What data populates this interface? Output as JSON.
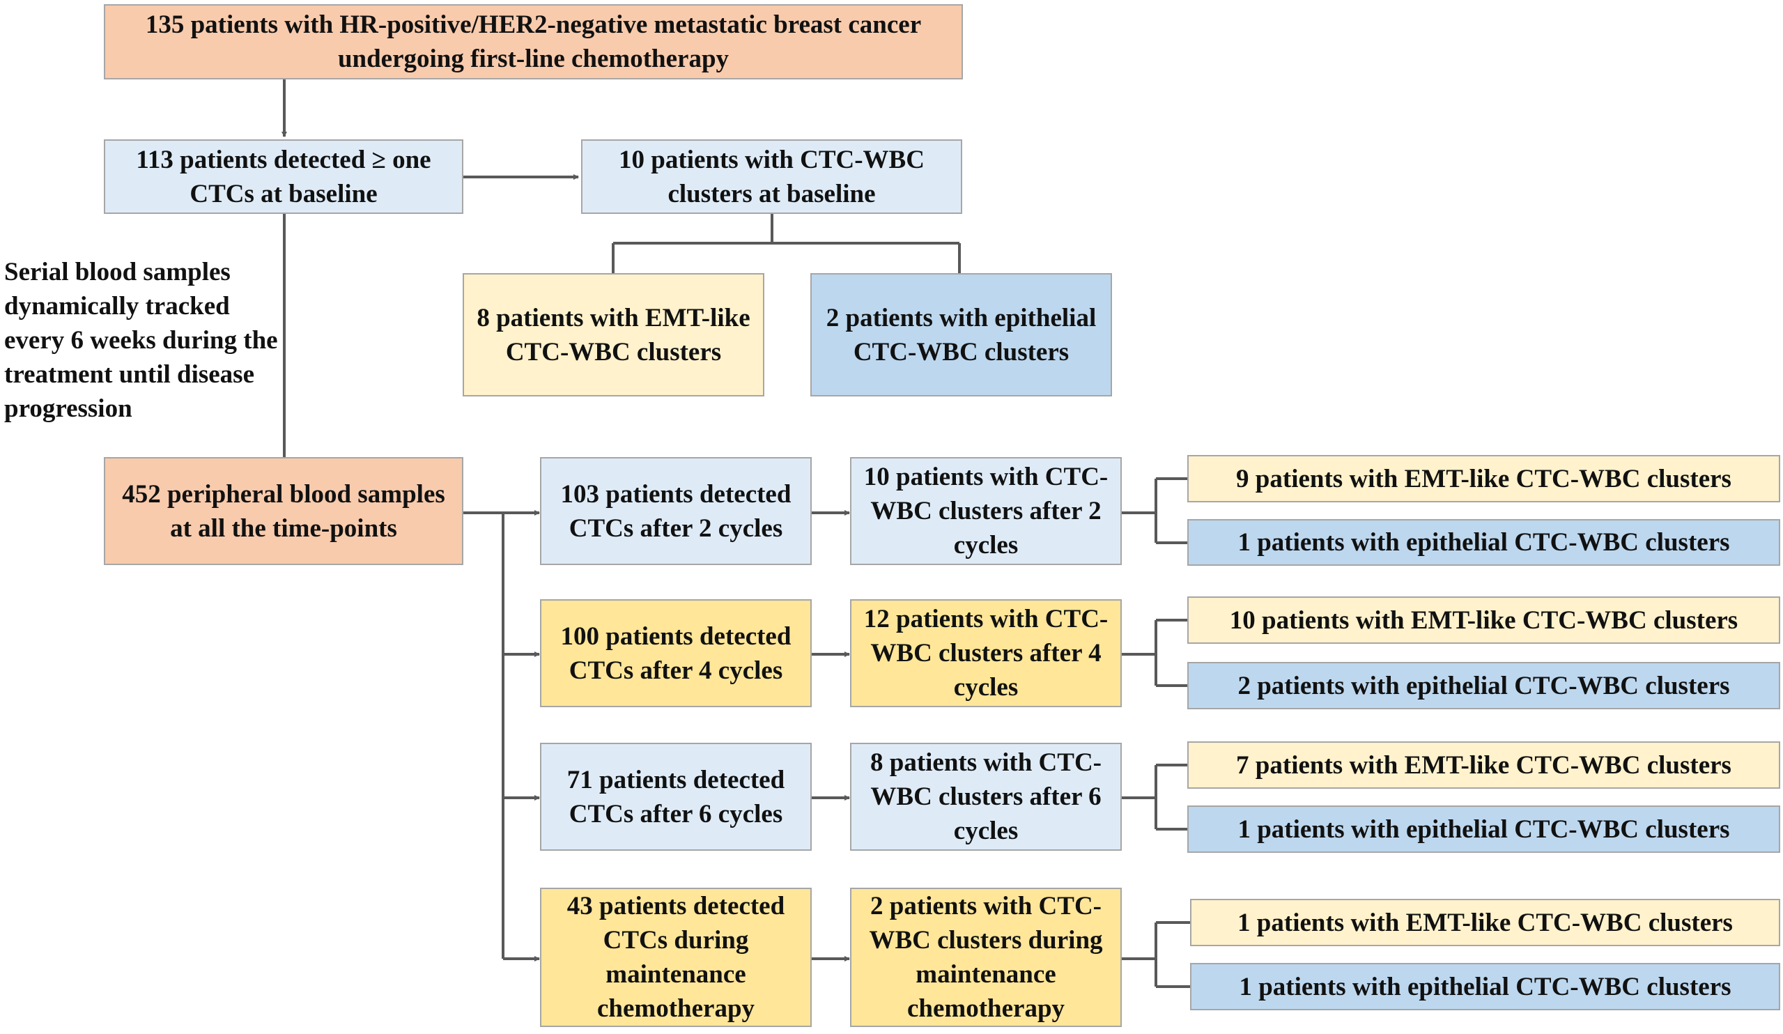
{
  "boxes": {
    "start": "135 patients with HR-positive/HER2-negative metastatic breast cancer undergoing first-line chemotherapy",
    "detected_baseline": "113 patients detected ≥ one CTCs at baseline",
    "clusters_baseline": "10 patients with CTC-WBC clusters at baseline",
    "emt_baseline": "8 patients with EMT-like CTC-WBC clusters",
    "epi_baseline": "2 patients with epithelial CTC-WBC clusters",
    "samples": "452 peripheral blood samples at all the time-points"
  },
  "side_note": "Serial blood samples dynamically tracked every 6 weeks during the treatment until disease progression",
  "rows": [
    {
      "detected": "103 patients detected CTCs after 2 cycles",
      "clusters": "10 patients with CTC-WBC clusters after 2 cycles",
      "emt": "9 patients with EMT-like CTC-WBC clusters",
      "epithelial": "1 patients with epithelial CTC-WBC clusters"
    },
    {
      "detected": "100 patients detected CTCs after 4 cycles",
      "clusters": "12 patients with CTC-WBC clusters after 4 cycles",
      "emt": "10 patients with EMT-like CTC-WBC clusters",
      "epithelial": "2 patients with epithelial CTC-WBC clusters"
    },
    {
      "detected": "71 patients detected CTCs after 6 cycles",
      "clusters": "8 patients with CTC-WBC clusters after 6 cycles",
      "emt": "7 patients with EMT-like CTC-WBC clusters",
      "epithelial": "1 patients with epithelial CTC-WBC clusters"
    },
    {
      "detected": "43 patients detected CTCs during maintenance chemotherapy",
      "clusters": "2 patients with CTC-WBC clusters during maintenance chemotherapy",
      "emt": "1 patients with EMT-like CTC-WBC clusters",
      "epithelial": "1 patients with epithelial CTC-WBC clusters"
    }
  ],
  "colors": {
    "salmon": "#f8cbad",
    "light_blue": "#deebf7",
    "blue": "#bdd7ee",
    "cream": "#fff2cc",
    "yellow": "#ffe699",
    "connector": "#595959"
  }
}
